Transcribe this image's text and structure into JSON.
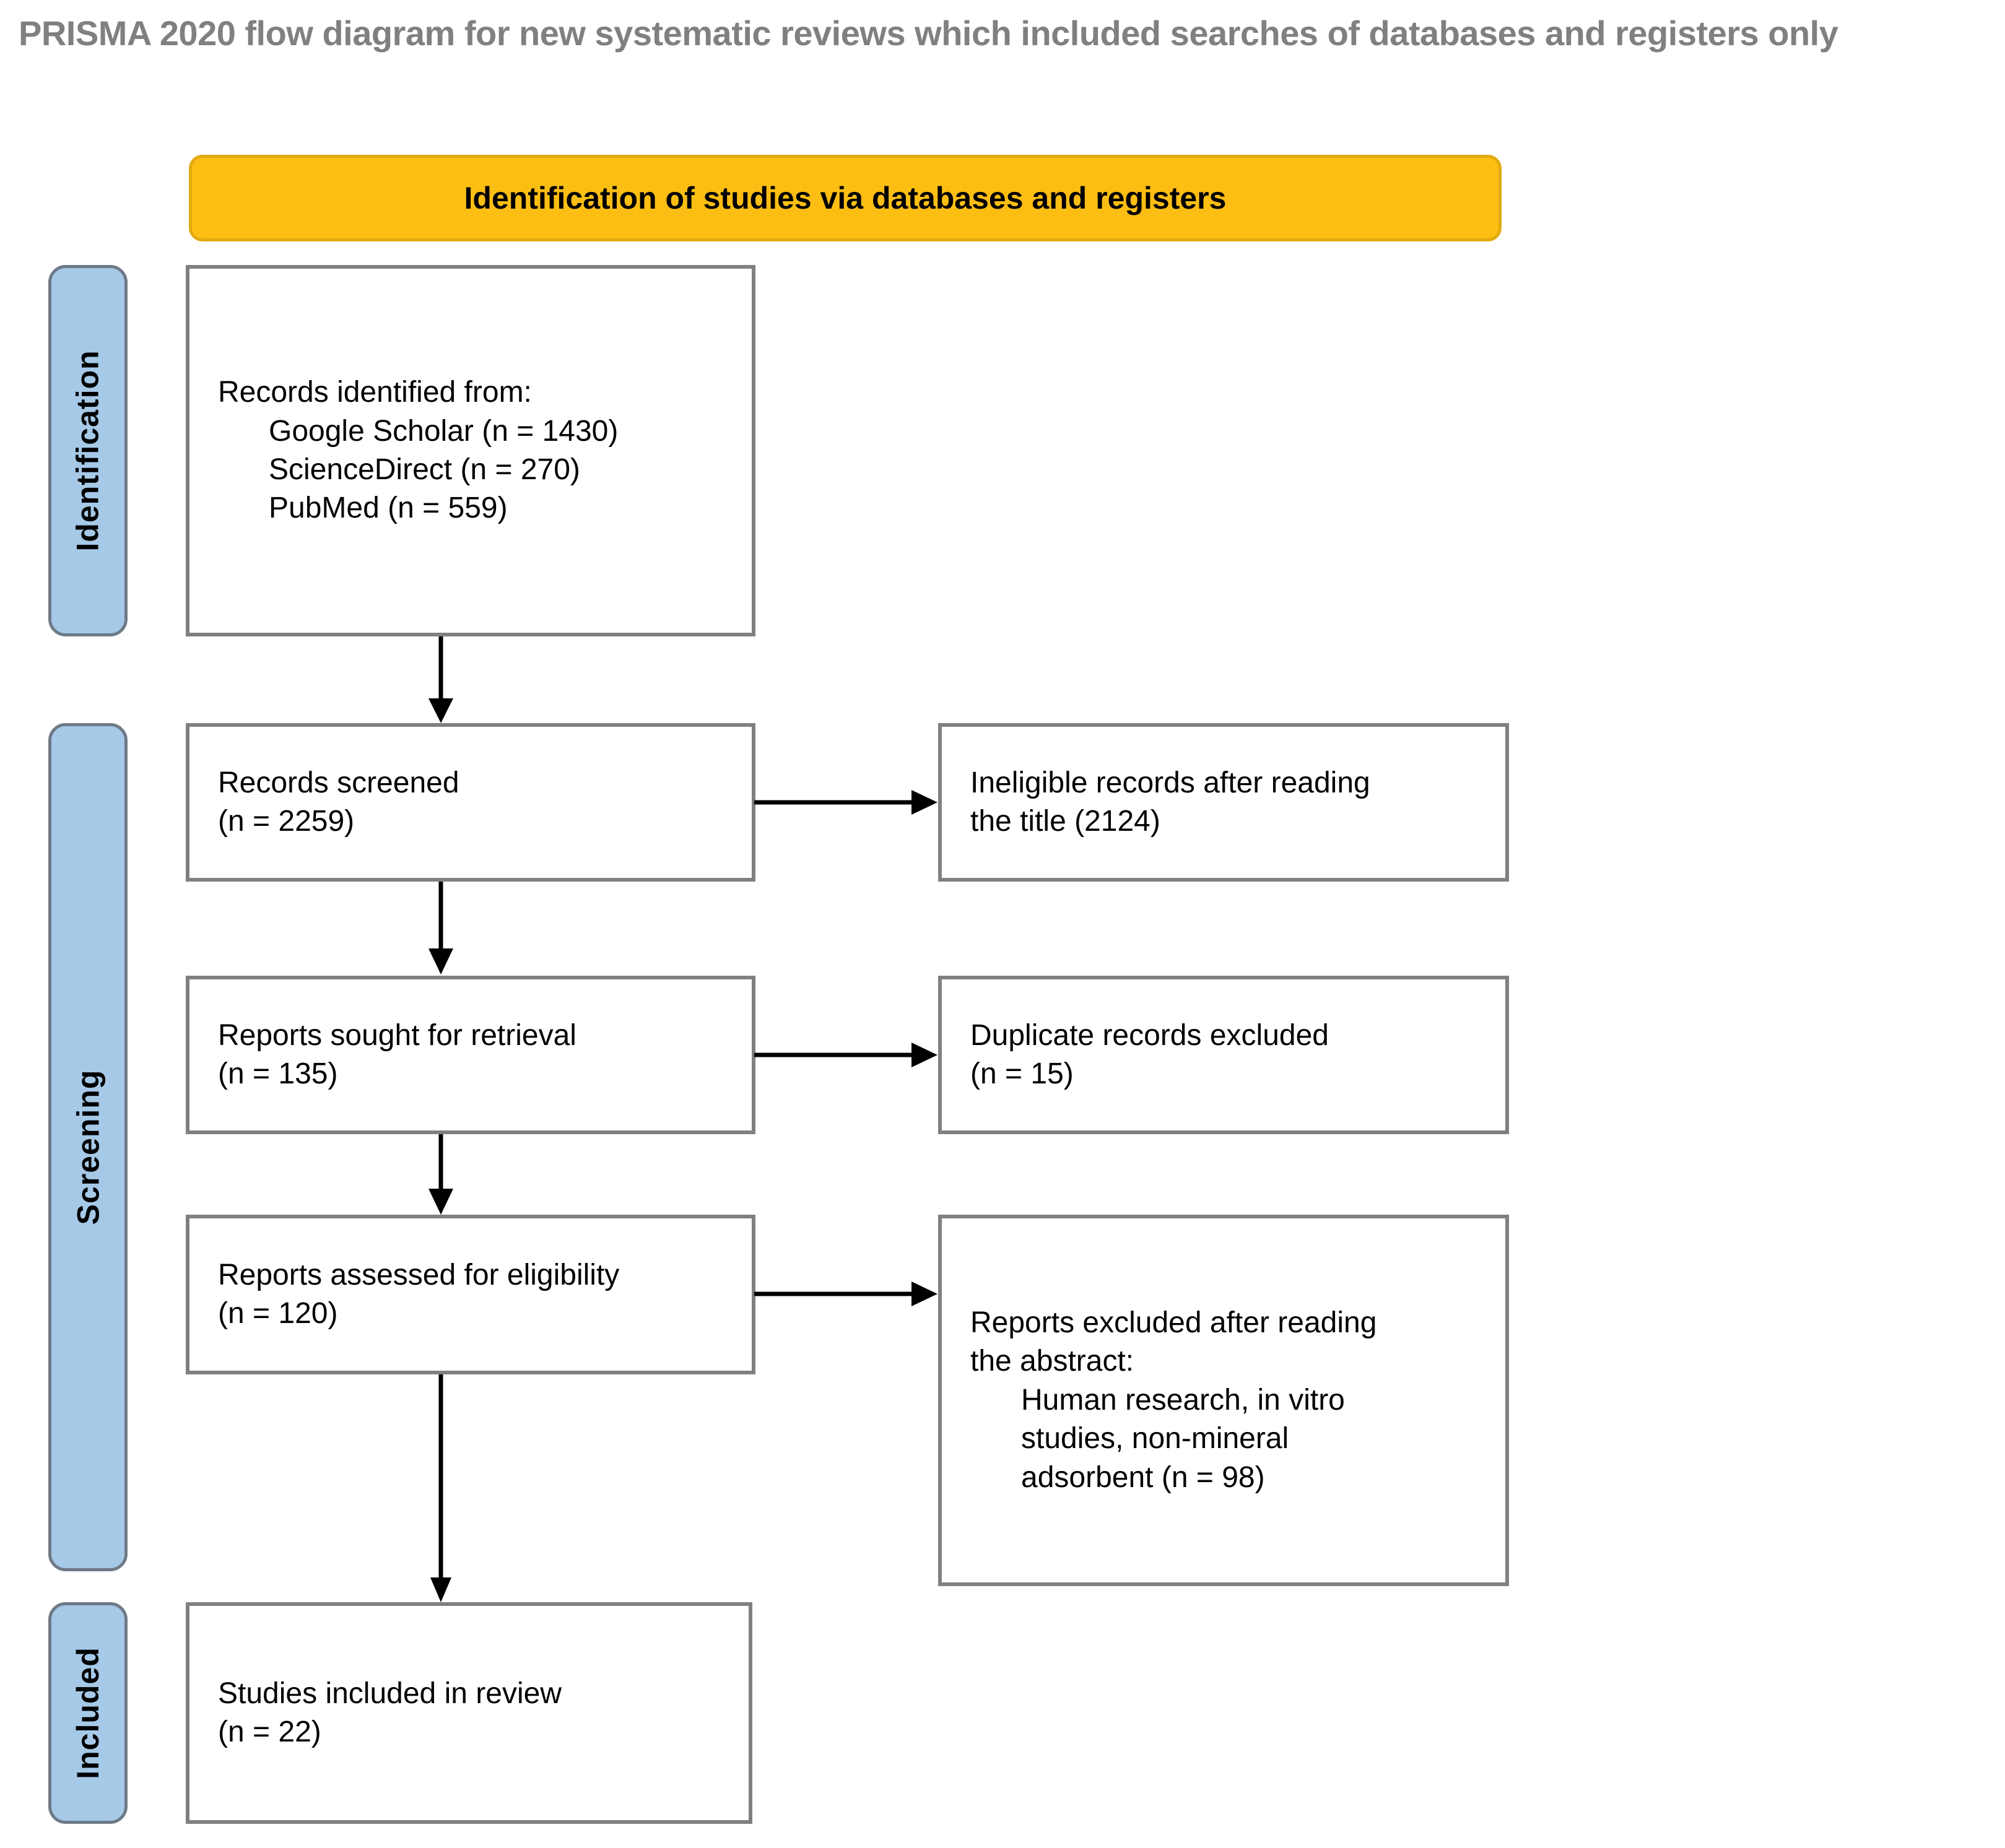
{
  "title": "PRISMA 2020 flow diagram for new systematic reviews which included searches of databases and registers only",
  "colors": {
    "banner_fill": "#FCBE13",
    "banner_border": "#E2AA10",
    "phase_fill": "#A6C9E8",
    "phase_border": "#6E7A86",
    "box_border": "#808080",
    "title_text": "#808080",
    "body_text": "#000000"
  },
  "banner": {
    "label": "Identification of studies via databases and registers"
  },
  "phases": [
    {
      "key": "identification",
      "label": "Identification"
    },
    {
      "key": "screening",
      "label": "Screening"
    },
    {
      "key": "included",
      "label": "Included"
    }
  ],
  "boxes": {
    "identified": {
      "name": "records-identified",
      "lines": [
        {
          "text": "Records identified from:",
          "indent": false
        },
        {
          "text": "Google Scholar (n = 1430)",
          "indent": true
        },
        {
          "text": "ScienceDirect (n = 270)",
          "indent": true
        },
        {
          "text": "PubMed (n = 559)",
          "indent": true
        }
      ]
    },
    "screened": {
      "name": "records-screened",
      "lines": [
        {
          "text": "Records screened",
          "indent": false
        },
        {
          "text": "(n = 2259)",
          "indent": false
        }
      ]
    },
    "ineligible": {
      "name": "ineligible-records",
      "lines": [
        {
          "text": "Ineligible records after reading",
          "indent": false
        },
        {
          "text": "the title (2124)",
          "indent": false
        }
      ]
    },
    "sought": {
      "name": "reports-sought",
      "lines": [
        {
          "text": "Reports sought for retrieval",
          "indent": false
        },
        {
          "text": "(n = 135)",
          "indent": false
        }
      ]
    },
    "duplicates": {
      "name": "duplicate-records-excluded",
      "lines": [
        {
          "text": "Duplicate records excluded",
          "indent": false
        },
        {
          "text": "(n = 15)",
          "indent": false
        }
      ]
    },
    "assessed": {
      "name": "reports-assessed",
      "lines": [
        {
          "text": "Reports assessed for eligibility",
          "indent": false
        },
        {
          "text": "(n = 120)",
          "indent": false
        }
      ]
    },
    "excluded": {
      "name": "reports-excluded",
      "lines": [
        {
          "text": "Reports excluded after reading",
          "indent": false
        },
        {
          "text": "the abstract:",
          "indent": false
        },
        {
          "text": "Human research, in vitro",
          "indent": true
        },
        {
          "text": "studies, non-mineral",
          "indent": true
        },
        {
          "text": "adsorbent (n = 98)",
          "indent": true
        }
      ]
    },
    "included": {
      "name": "studies-included",
      "lines": [
        {
          "text": "Studies included in review",
          "indent": false
        },
        {
          "text": "(n = 22)",
          "indent": false
        }
      ]
    }
  },
  "chart_data": {
    "type": "diagram",
    "diagram_kind": "PRISMA 2020 flow diagram",
    "title": "PRISMA 2020 flow diagram for new systematic reviews which included searches of databases and registers only",
    "phases": [
      "Identification",
      "Screening",
      "Included"
    ],
    "nodes": [
      {
        "id": "identified",
        "phase": "Identification",
        "label": "Records identified from:",
        "sources": [
          {
            "name": "Google Scholar",
            "n": 1430
          },
          {
            "name": "ScienceDirect",
            "n": 270
          },
          {
            "name": "PubMed",
            "n": 559
          }
        ],
        "total": 2259
      },
      {
        "id": "screened",
        "phase": "Screening",
        "label": "Records screened",
        "n": 2259
      },
      {
        "id": "ineligible",
        "phase": "Screening",
        "label": "Ineligible records after reading the title",
        "n": 2124
      },
      {
        "id": "sought",
        "phase": "Screening",
        "label": "Reports sought for retrieval",
        "n": 135
      },
      {
        "id": "duplicates",
        "phase": "Screening",
        "label": "Duplicate records excluded",
        "n": 15
      },
      {
        "id": "assessed",
        "phase": "Screening",
        "label": "Reports assessed for eligibility",
        "n": 120
      },
      {
        "id": "excluded",
        "phase": "Screening",
        "label": "Reports excluded after reading the abstract: Human research, in vitro studies, non-mineral adsorbent",
        "n": 98
      },
      {
        "id": "included",
        "phase": "Included",
        "label": "Studies included in review",
        "n": 22
      }
    ],
    "edges": [
      {
        "from": "identified",
        "to": "screened",
        "direction": "down"
      },
      {
        "from": "screened",
        "to": "ineligible",
        "direction": "right"
      },
      {
        "from": "screened",
        "to": "sought",
        "direction": "down"
      },
      {
        "from": "sought",
        "to": "duplicates",
        "direction": "right"
      },
      {
        "from": "sought",
        "to": "assessed",
        "direction": "down"
      },
      {
        "from": "assessed",
        "to": "excluded",
        "direction": "right"
      },
      {
        "from": "assessed",
        "to": "included",
        "direction": "down"
      }
    ]
  }
}
